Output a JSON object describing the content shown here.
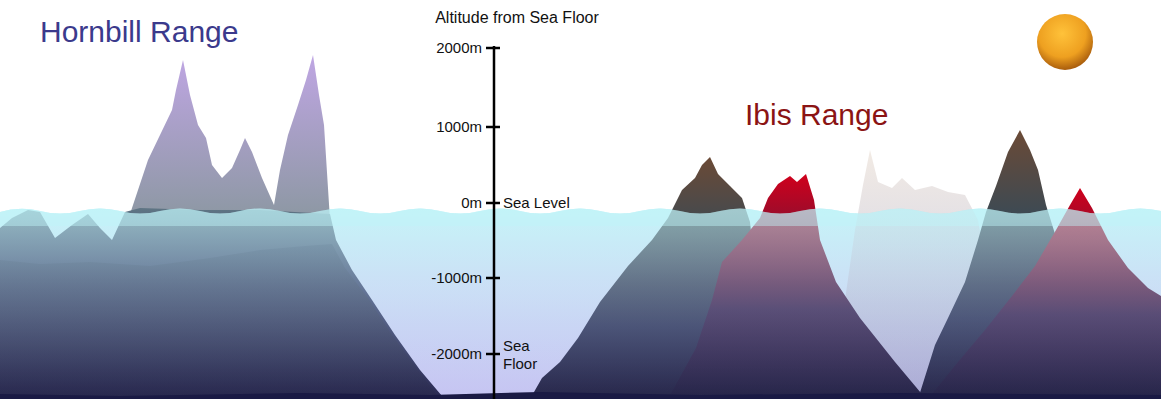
{
  "diagram": {
    "labels": [
      "Hornbill Range",
      "Altitude from Sea Floor",
      "2000m",
      "1000m",
      "0m",
      "Sea Level",
      "Ibis Range",
      "-1000m",
      "-2000m",
      "Sea Floor"
    ]
  }
}
